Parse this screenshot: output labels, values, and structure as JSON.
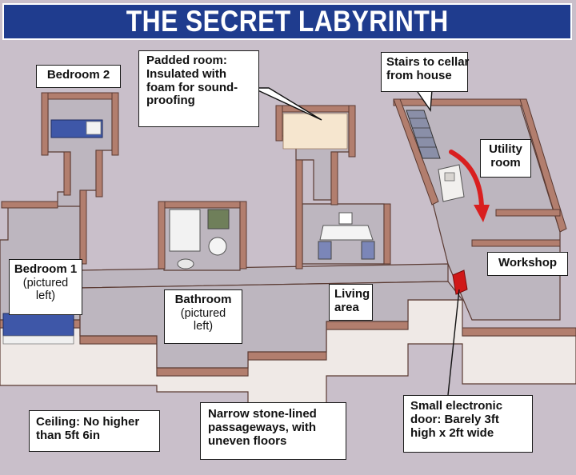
{
  "title": "THE SECRET LABYRINTH",
  "labels": {
    "bedroom2": "Bedroom 2",
    "padded_room": [
      "Padded room:",
      "Insulated with",
      "foam for sound-",
      "proofing"
    ],
    "stairs": [
      "Stairs to cellar",
      "from house"
    ],
    "utility_room": [
      "Utility",
      "room"
    ],
    "workshop": "Workshop",
    "bedroom1_name": "Bedroom 1",
    "bedroom1_note": [
      "(pictured",
      "left)"
    ],
    "bathroom_name": "Bathroom",
    "bathroom_note": [
      "(pictured",
      "left)"
    ],
    "living_area": [
      "Living",
      "area"
    ],
    "small_door": [
      "Small electronic",
      "door: Barely 3ft",
      "high x 2ft wide"
    ],
    "ceiling": [
      "Ceiling: No higher",
      "than 5ft 6in"
    ],
    "passageways": [
      "Narrow stone-lined",
      "passageways, with",
      "uneven floors"
    ]
  },
  "colors": {
    "background": "#c9bfca",
    "wall_top": "#b27e6e",
    "wall_side": "#f1ece9",
    "floor": "#bdb6bf",
    "title_bg": "#1f3c8e",
    "arrow": "#d91f1f",
    "door": "#d01818"
  },
  "icons": [
    "bed-icon",
    "table-chairs-icon",
    "bathroom-fixtures-icon",
    "stairs-icon",
    "utility-box-icon",
    "utility-arrow-icon",
    "red-door-icon"
  ]
}
